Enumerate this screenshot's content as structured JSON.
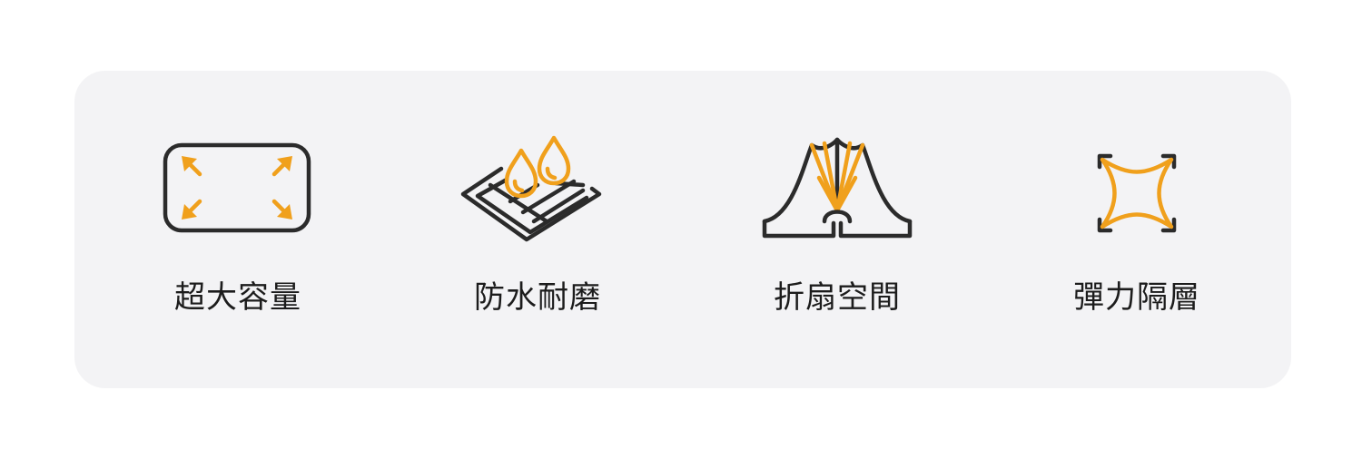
{
  "features": [
    {
      "label": "超大容量",
      "icon": "expand-arrows-icon"
    },
    {
      "label": "防水耐磨",
      "icon": "water-drops-icon"
    },
    {
      "label": "折扇空間",
      "icon": "folding-fan-icon"
    },
    {
      "label": "彈力隔層",
      "icon": "elastic-star-icon"
    }
  ],
  "colors": {
    "accent": "#f0a01c",
    "ink": "#2b2b2b",
    "card_background": "#f3f3f5"
  }
}
